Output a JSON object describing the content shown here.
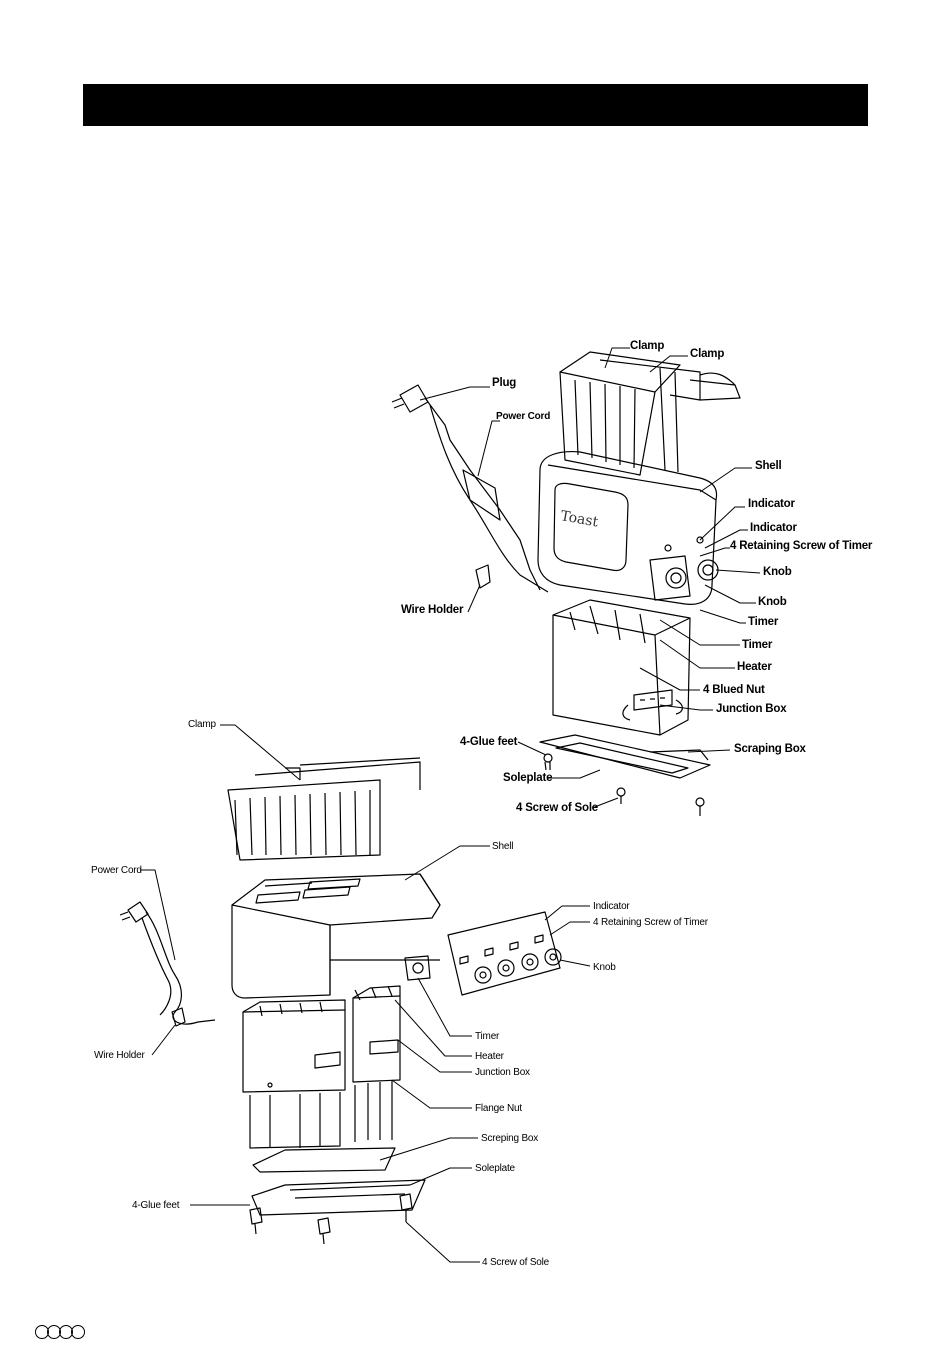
{
  "top_diagram": {
    "labels": {
      "clamp_1": "Clamp",
      "clamp_2": "Clamp",
      "plug": "Plug",
      "power_cord": "Power Cord",
      "shell": "Shell",
      "indicator_1": "Indicator",
      "indicator_2": "Indicator",
      "retaining_screw": "4 Retaining Screw of Timer",
      "knob_1": "Knob",
      "knob_2": "Knob",
      "timer_1": "Timer",
      "timer_2": "Timer",
      "heater": "Heater",
      "blued_nut": "4 Blued Nut",
      "junction_box": "Junction Box",
      "wire_holder": "Wire Holder",
      "glue_feet": "4-Glue feet",
      "scraping_box": "Scraping Box",
      "soleplate": "Soleplate",
      "screw_of_sole": "4 Screw of Sole"
    }
  },
  "bottom_diagram": {
    "labels": {
      "clamp": "Clamp",
      "shell": "Shell",
      "power_cord": "Power Cord",
      "indicator": "Indicator",
      "retaining_screw": "4 Retaining Screw of Timer",
      "knob": "Knob",
      "wire_holder": "Wire Holder",
      "timer": "Timer",
      "heater": "Heater",
      "junction_box": "Junction Box",
      "flange_nut": "Flange Nut",
      "scraping_box": "Screping Box",
      "soleplate": "Soleplate",
      "glue_feet": "4-Glue feet",
      "screw_of_sole": "4 Screw of Sole"
    }
  }
}
